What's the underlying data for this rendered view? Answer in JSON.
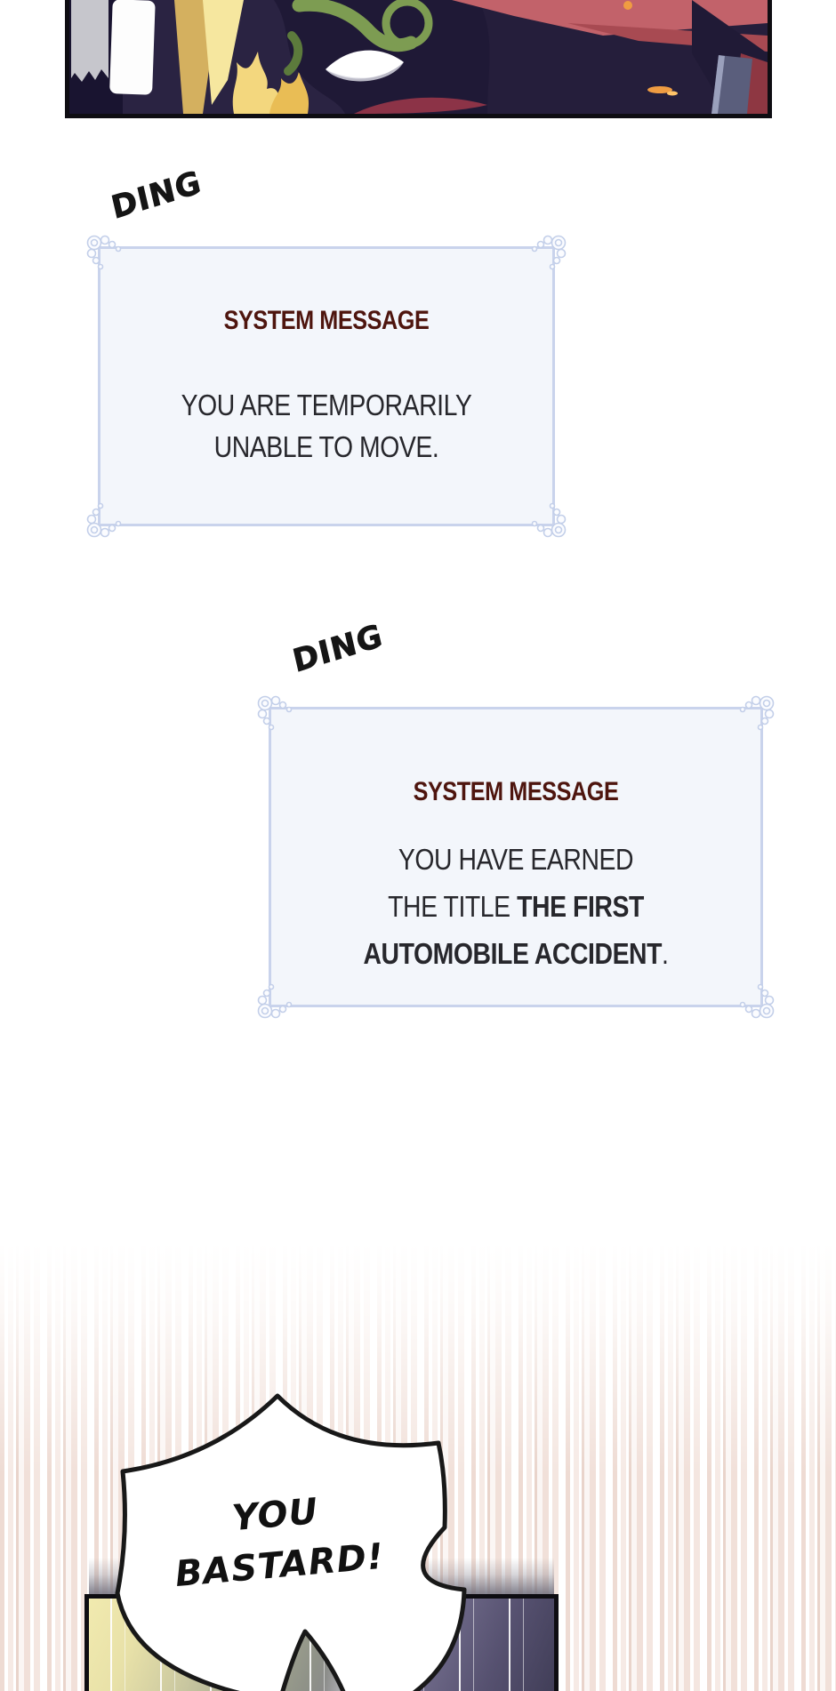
{
  "sfx": {
    "ding_1": "DING",
    "ding_2": "DING"
  },
  "system_box_1": {
    "title": "SYSTEM MESSAGE",
    "body_line_1": "YOU ARE TEMPORARILY",
    "body_line_2": "UNABLE TO MOVE."
  },
  "system_box_2": {
    "title": "SYSTEM MESSAGE",
    "body_line_1": "YOU HAVE EARNED",
    "body_line_2_regular": "THE TITLE ",
    "body_line_2_bold": "THE FIRST",
    "body_line_3_bold": "AUTOMOBILE ACCIDENT",
    "body_line_3_regular": "."
  },
  "speech_bubble": {
    "line_1": "YOU",
    "line_2": "BASTARD!"
  },
  "colors": {
    "system_title_maroon": "#4e150e",
    "system_body_ink": "#27272c",
    "message_box_fill": "#f3f6fb",
    "message_box_border": "#c9d3ec",
    "corner_ornament": "#c3cfe9",
    "sfx_ink": "#151515",
    "speech_bubble_fill": "#ffffff",
    "speech_bubble_outline": "#181818",
    "speed_line_pink": "#eedbd3",
    "panel_border_black": "#0e0d12"
  }
}
